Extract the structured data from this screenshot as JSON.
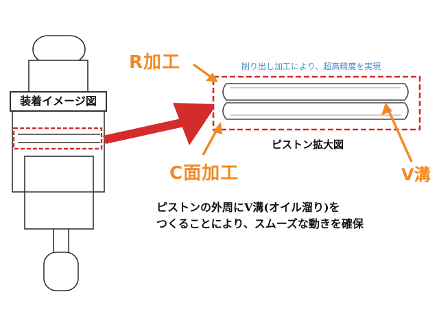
{
  "labels": {
    "mount_image": "装着イメージ図",
    "r_machining": "R加工",
    "c_machining": "C面加工",
    "v_groove": "V溝",
    "cutting_note": "削り出し加工により、超高精度を実現",
    "enlarged": "ピストン拡大図",
    "description_line1": "ピストンの外周にV溝(オイル溜り)を",
    "description_line2": "つくることにより、スムーズな動きを確保"
  },
  "colors": {
    "accent_orange": "#f08a24",
    "highlight_red": "#d42b2b",
    "note_blue": "#4a90c8",
    "line": "#333333"
  }
}
